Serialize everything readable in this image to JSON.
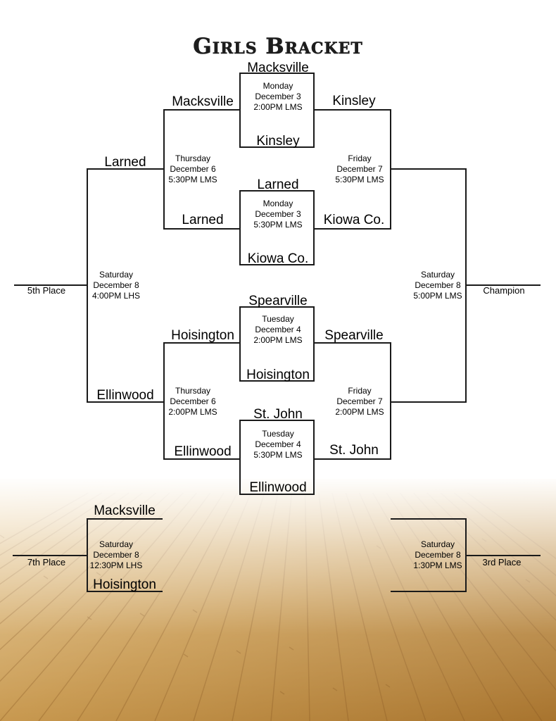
{
  "title": "Girls Bracket",
  "places": {
    "fifth": "5th Place",
    "champion": "Champion",
    "seventh": "7th Place",
    "third": "3rd Place"
  },
  "round1": [
    {
      "top": "Macksville",
      "bottom": "Kinsley",
      "info": [
        "Monday",
        "December 3",
        "2:00PM LMS"
      ]
    },
    {
      "top": "Larned",
      "bottom": "Kiowa Co.",
      "info": [
        "Monday",
        "December 3",
        "5:30PM LMS"
      ]
    },
    {
      "top": "Spearville",
      "bottom": "Hoisington",
      "info": [
        "Tuesday",
        "December 4",
        "2:00PM LMS"
      ]
    },
    {
      "top": "St. John",
      "bottom": "Ellinwood",
      "info": [
        "Tuesday",
        "December 4",
        "5:30PM LMS"
      ]
    }
  ],
  "consolation_semis": [
    {
      "top": "Macksville",
      "bottom": "Larned",
      "info": [
        "Thursday",
        "December 6",
        "5:30PM LMS"
      ]
    },
    {
      "top": "Hoisington",
      "bottom": "Ellinwood",
      "info": [
        "Thursday",
        "December 6",
        "2:00PM LMS"
      ]
    }
  ],
  "winner_semis": [
    {
      "top": "Kinsley",
      "bottom": "Kiowa Co.",
      "info": [
        "Friday",
        "December 7",
        "5:30PM LMS"
      ]
    },
    {
      "top": "Spearville",
      "bottom": "St. John",
      "info": [
        "Friday",
        "December 7",
        "2:00PM LMS"
      ]
    }
  ],
  "fifth_place_game": {
    "top": "Larned",
    "bottom": "Ellinwood",
    "info": [
      "Saturday",
      "December 8",
      "4:00PM LHS"
    ]
  },
  "championship_game": {
    "info": [
      "Saturday",
      "December 8",
      "5:00PM LMS"
    ]
  },
  "seventh_place_game": {
    "top": "Macksville",
    "bottom": "Hoisington",
    "info": [
      "Saturday",
      "December 8",
      "12:30PM LHS"
    ]
  },
  "third_place_game": {
    "info": [
      "Saturday",
      "December 8",
      "1:30PM LMS"
    ]
  },
  "colors": {
    "floor_light": "#e9c98a",
    "floor_mid": "#c99a52",
    "floor_dark": "#9a6a2a",
    "line": "#1a1a1a"
  }
}
